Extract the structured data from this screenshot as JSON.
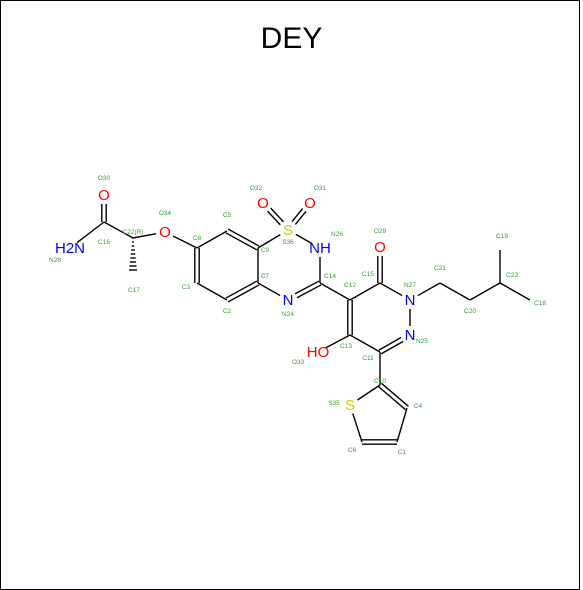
{
  "title": "DEY",
  "colors": {
    "C": "#000000",
    "N": "#0000ff",
    "O": "#ff0000",
    "S": "#cccc00",
    "label": "#2e9e2e"
  },
  "atoms": [
    {
      "id": "O30",
      "element": "O",
      "symbol": "O"
    },
    {
      "id": "C16",
      "element": "C",
      "symbol": ""
    },
    {
      "id": "N28",
      "element": "N",
      "symbol": "H2N"
    },
    {
      "id": "C22",
      "element": "C",
      "symbol": "",
      "stereo": "(R)"
    },
    {
      "id": "C17",
      "element": "C",
      "symbol": ""
    },
    {
      "id": "O34",
      "element": "O",
      "symbol": "O"
    },
    {
      "id": "C8",
      "element": "C",
      "symbol": ""
    },
    {
      "id": "C3",
      "element": "C",
      "symbol": ""
    },
    {
      "id": "C2",
      "element": "C",
      "symbol": ""
    },
    {
      "id": "C7",
      "element": "C",
      "symbol": ""
    },
    {
      "id": "C9",
      "element": "C",
      "symbol": ""
    },
    {
      "id": "C5",
      "element": "C",
      "symbol": ""
    },
    {
      "id": "S36",
      "element": "S",
      "symbol": "S"
    },
    {
      "id": "O32",
      "element": "O",
      "symbol": "O"
    },
    {
      "id": "O31",
      "element": "O",
      "symbol": "O"
    },
    {
      "id": "N26",
      "element": "N",
      "symbol": "NH"
    },
    {
      "id": "C14",
      "element": "C",
      "symbol": ""
    },
    {
      "id": "N24",
      "element": "N",
      "symbol": "N"
    },
    {
      "id": "C12",
      "element": "C",
      "symbol": ""
    },
    {
      "id": "C15",
      "element": "C",
      "symbol": ""
    },
    {
      "id": "O29",
      "element": "O",
      "symbol": "O"
    },
    {
      "id": "N27",
      "element": "N",
      "symbol": "N"
    },
    {
      "id": "N25",
      "element": "N",
      "symbol": "N"
    },
    {
      "id": "C11",
      "element": "C",
      "symbol": ""
    },
    {
      "id": "C13",
      "element": "C",
      "symbol": ""
    },
    {
      "id": "O33",
      "element": "O",
      "symbol": "HO"
    },
    {
      "id": "C21",
      "element": "C",
      "symbol": ""
    },
    {
      "id": "C20",
      "element": "C",
      "symbol": ""
    },
    {
      "id": "C23",
      "element": "C",
      "symbol": ""
    },
    {
      "id": "C19",
      "element": "C",
      "symbol": ""
    },
    {
      "id": "C18",
      "element": "C",
      "symbol": ""
    },
    {
      "id": "C10",
      "element": "C",
      "symbol": ""
    },
    {
      "id": "S35",
      "element": "S",
      "symbol": "S"
    },
    {
      "id": "C6",
      "element": "C",
      "symbol": ""
    },
    {
      "id": "C1",
      "element": "C",
      "symbol": ""
    },
    {
      "id": "C4",
      "element": "C",
      "symbol": ""
    }
  ],
  "bonds": [
    [
      "O30",
      "C16",
      2
    ],
    [
      "C16",
      "N28",
      1
    ],
    [
      "C16",
      "C22",
      1
    ],
    [
      "C22",
      "C17",
      1
    ],
    [
      "C22",
      "O34",
      1
    ],
    [
      "O34",
      "C8",
      1
    ],
    [
      "C8",
      "C3",
      2
    ],
    [
      "C3",
      "C2",
      1
    ],
    [
      "C2",
      "C7",
      2
    ],
    [
      "C7",
      "C9",
      1
    ],
    [
      "C9",
      "C5",
      2
    ],
    [
      "C5",
      "C8",
      1
    ],
    [
      "C9",
      "S36",
      1
    ],
    [
      "S36",
      "O32",
      2
    ],
    [
      "S36",
      "O31",
      2
    ],
    [
      "S36",
      "N26",
      1
    ],
    [
      "N26",
      "C14",
      1
    ],
    [
      "C14",
      "N24",
      2
    ],
    [
      "N24",
      "C7",
      1
    ],
    [
      "C14",
      "C12",
      1
    ],
    [
      "C12",
      "C15",
      1
    ],
    [
      "C15",
      "O29",
      2
    ],
    [
      "C15",
      "N27",
      1
    ],
    [
      "N27",
      "N25",
      1
    ],
    [
      "N25",
      "C11",
      2
    ],
    [
      "C11",
      "C13",
      1
    ],
    [
      "C13",
      "C12",
      2
    ],
    [
      "C13",
      "O33",
      1
    ],
    [
      "N27",
      "C21",
      1
    ],
    [
      "C21",
      "C20",
      1
    ],
    [
      "C20",
      "C23",
      1
    ],
    [
      "C23",
      "C19",
      1
    ],
    [
      "C23",
      "C18",
      1
    ],
    [
      "C11",
      "C10",
      1
    ],
    [
      "C10",
      "S35",
      1
    ],
    [
      "S35",
      "C6",
      1
    ],
    [
      "C6",
      "C1",
      2
    ],
    [
      "C1",
      "C4",
      1
    ],
    [
      "C4",
      "C10",
      2
    ]
  ]
}
